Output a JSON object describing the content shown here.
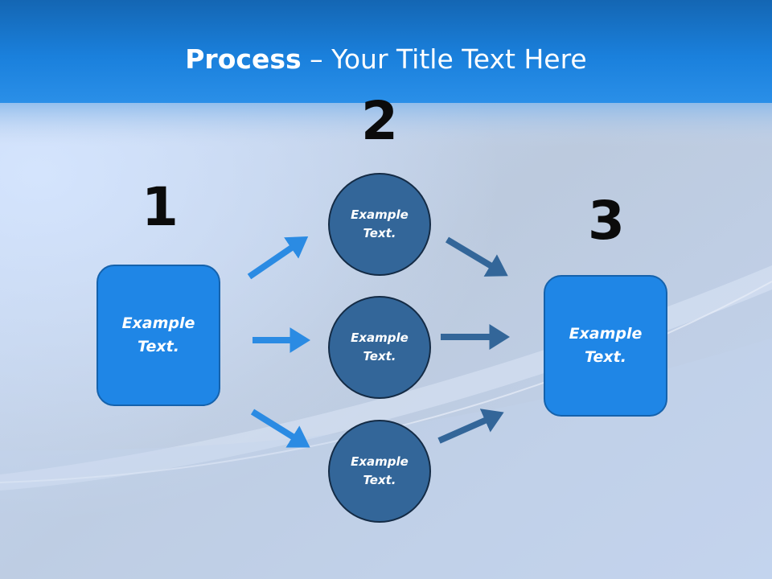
{
  "slide": {
    "title_bold": "Process",
    "title_rest": " – Your Title Text Here"
  },
  "steps": {
    "one": {
      "number": "1",
      "text": "Example\nText."
    },
    "two": {
      "number": "2",
      "circles": [
        {
          "text": "Example\nText."
        },
        {
          "text": "Example\nText."
        },
        {
          "text": "Example\nText."
        }
      ]
    },
    "three": {
      "number": "3",
      "text": "Example\nText."
    }
  },
  "colors": {
    "header_blue": "#1a7fd9",
    "box_blue": "#1f86e6",
    "circle_blue": "#336699",
    "arrow_left": "#2b8be3",
    "arrow_right": "#336699"
  }
}
